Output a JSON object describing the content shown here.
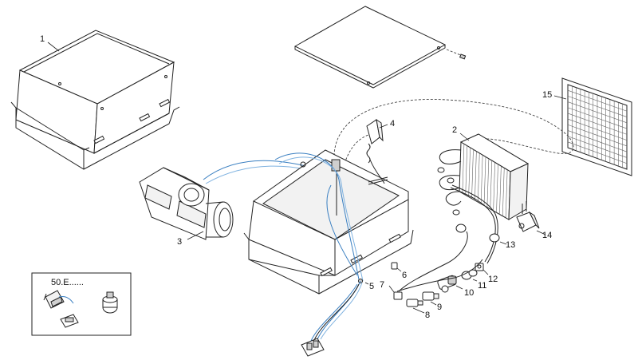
{
  "callouts": [
    {
      "id": "c1",
      "text": "1"
    },
    {
      "id": "c2",
      "text": "2"
    },
    {
      "id": "c3",
      "text": "3"
    },
    {
      "id": "c4",
      "text": "4"
    },
    {
      "id": "c5",
      "text": "5"
    },
    {
      "id": "c6",
      "text": "6"
    },
    {
      "id": "c7",
      "text": "7"
    },
    {
      "id": "c8",
      "text": "8"
    },
    {
      "id": "c9",
      "text": "9"
    },
    {
      "id": "c10",
      "text": "10"
    },
    {
      "id": "c11",
      "text": "11"
    },
    {
      "id": "c12",
      "text": "12"
    },
    {
      "id": "c13",
      "text": "13"
    },
    {
      "id": "c14",
      "text": "14"
    },
    {
      "id": "c15",
      "text": "15"
    }
  ],
  "inset": {
    "label": "50.E......"
  },
  "colors": {
    "line": "#222222",
    "wire_blue": "#3a7fc1",
    "wire_light": "#7fb2e0",
    "background": "#ffffff"
  }
}
